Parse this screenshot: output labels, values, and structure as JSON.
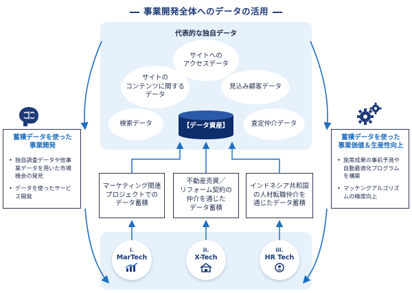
{
  "title": "事業開発全体へのデータの活用",
  "panel_heading": "代表的な独自データ",
  "bubbles": {
    "access": "サイトへの\nアクセスデータ",
    "content": "サイトの\nコンテンツに関する\nデータ",
    "prospect": "見込み顧客データ",
    "search": "検索データ",
    "appraisal": "査定仲介データ"
  },
  "database_label": "【データ資産】",
  "sources": [
    "マーケティング関連\nプロジェクトでの\nデータ蓄積",
    "不動産売買／\nリフォーム契約の\n仲介を通じた\nデータ蓄積",
    "インドネシア共和国\nの人材転職仲介を\n通じたデータ蓄積"
  ],
  "techs": [
    {
      "num": "i.",
      "name": "MarTech",
      "icon": "growth-chart-icon"
    },
    {
      "num": "ii.",
      "name": "X-Tech",
      "icon": "house-icon"
    },
    {
      "num": "iii.",
      "name": "HR Tech",
      "icon": "person-search-icon"
    }
  ],
  "left_card": {
    "icon": "brain-icon",
    "title": "蓄積データを使った\n事業開発",
    "items": [
      "独自調査データや他事\n業データを用いた市場\n機会の発見",
      "データを使ったサービ\nス開発"
    ]
  },
  "right_card": {
    "icon": "gears-icon",
    "title": "蓄積データを使った\n事業価値＆生産性向上",
    "items": [
      "施策成果の事前予測や\n自動最適化プログラム\nを構築",
      "マッチングアルゴリズ\nムの精度向上"
    ]
  },
  "colors": {
    "title": "#1d3a78",
    "panel": "#e7f1fb",
    "accent_blue": "#1f6fc1",
    "database": "#0d2d6b",
    "arrow": "#1f6fc1"
  }
}
